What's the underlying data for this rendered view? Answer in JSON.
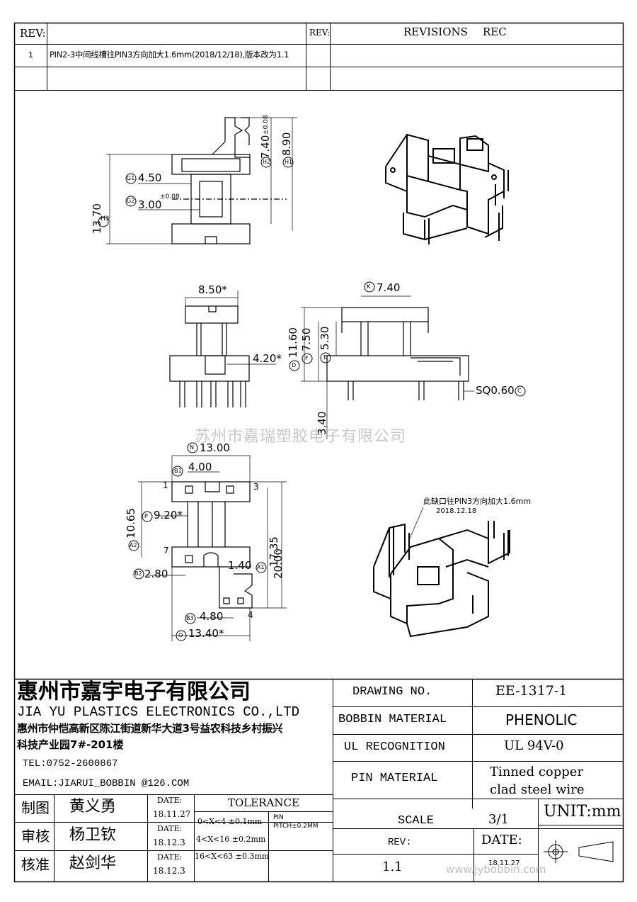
{
  "revision_table": {
    "rev_label": "REV:",
    "rev_label_right": "REV:",
    "revisions_header": "REVISIONS",
    "rec_header": "REC",
    "rows": [
      {
        "rev": "1",
        "text": "PIN2-3中间线槽往PIN3方向加大1.6mm(2018/12/18),版本改为1.1"
      }
    ]
  },
  "top_view_dims": {
    "h3": "13.70",
    "g1": "4.50",
    "g2": "3.00",
    "g2_tol": "±0.08",
    "h2": "7.40",
    "h2_tol": "±0.08",
    "h1": "8.90"
  },
  "side_view_dims": {
    "left_width": "8.50*",
    "left_slot": "4.20*",
    "k": "7.40",
    "d": "11.60",
    "f": "7.50",
    "e": "5.30",
    "pin_len": "3.40",
    "pin_sq": "SQ0.60"
  },
  "bottom_view_dims": {
    "n": "13.00",
    "b1": "4.00",
    "p": "9.20*",
    "a2": "10.65",
    "dim_1735": "17.35",
    "a1": "20.00",
    "b2": "2.80",
    "dim_140": "1.40",
    "b3": "4.80",
    "o": "13.40*",
    "pin1": "1",
    "pin3": "3",
    "pin7": "7",
    "pin4": "4"
  },
  "iso_note": {
    "line1": "此缺口往PIN3方向加大1.6mm",
    "line2": "2018.12.18"
  },
  "watermark": "苏州市嘉瑞塑胶电子有限公司",
  "company": {
    "name_cn": "惠州市嘉宇电子有限公司",
    "name_en": "JIA YU PLASTICS ELECTRONICS CO.,LTD",
    "address1": "惠州市仲恺高新区陈江街道新华大道3号益农科技乡村振兴",
    "address2": "科技产业园7#-201楼",
    "tel": "TEL:0752-2600867",
    "email": "EMAIL:JIARUI_BOBBIN @126.COM"
  },
  "title_block": {
    "drawing_no_label": "DRAWING NO.",
    "drawing_no": "EE-1317-1",
    "bobbin_material_label": "BOBBIN MATERIAL",
    "bobbin_material": "PHENOLIC",
    "ul_label": "UL RECOGNITION",
    "ul_value": "UL 94V-0",
    "pin_material_label": "PIN MATERIAL",
    "pin_material_1": "Tinned copper",
    "pin_material_2": "clad steel wire",
    "scale_label": "SCALE",
    "scale_value": "3/1",
    "unit": "UNIT:mm",
    "rev_label": "REV:",
    "rev_value": "1.1",
    "date_label": "DATE:",
    "date_value": "18.11.27"
  },
  "approvals": [
    {
      "role": "制图",
      "name": "黄义勇",
      "date_label": "DATE:",
      "date": "18.11.27"
    },
    {
      "role": "审核",
      "name": "杨卫钦",
      "date_label": "DATE:",
      "date": "18.12.3"
    },
    {
      "role": "核准",
      "name": "赵剑华",
      "date_label": "DATE:",
      "date": "18.12.3"
    }
  ],
  "tolerance": {
    "header": "TOLERANCE",
    "rows": [
      "0<X<4  ±0.1mm",
      "4<X<16 ±0.2mm",
      "16<X<63 ±0.3mm"
    ],
    "pin_pitch_1": "PIN",
    "pin_pitch_2": "PITCH±0.2MM"
  },
  "website": "www.jybobbin.com"
}
